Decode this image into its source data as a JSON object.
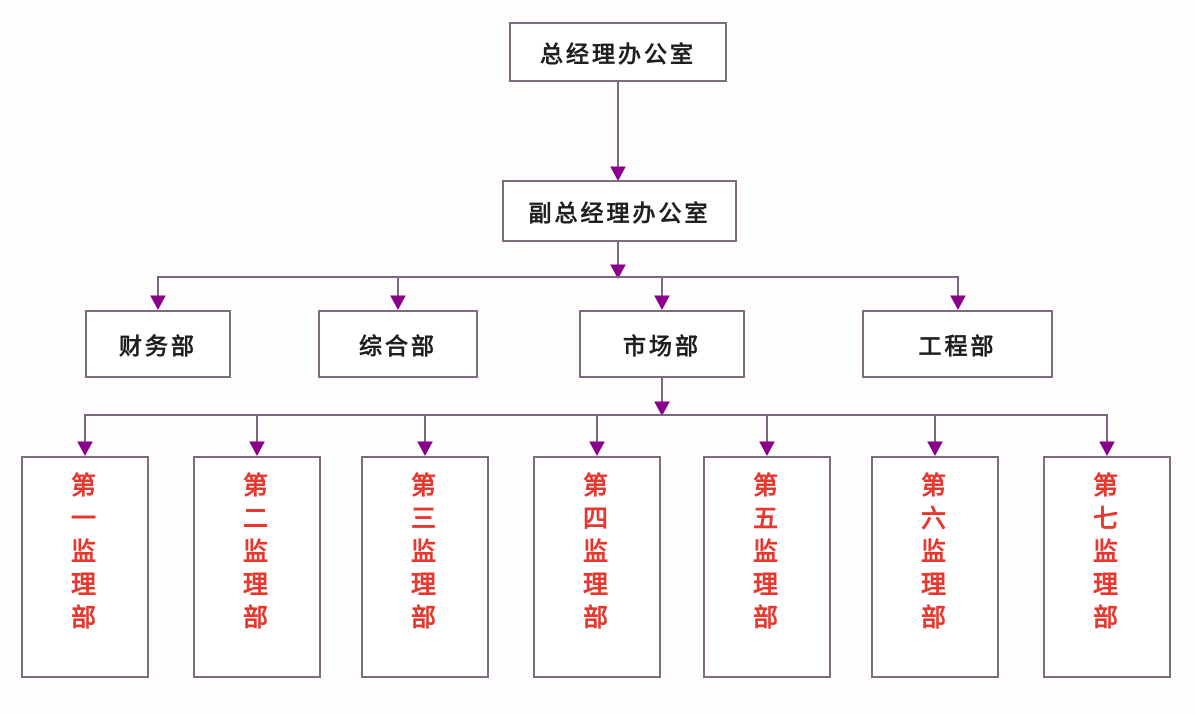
{
  "colors": {
    "box_border": "#7e6b7e",
    "connector_line": "#7d6580",
    "arrowhead": "#8b008b",
    "node_text": "#1f1f1f",
    "leaf_text": "#e6382e",
    "background": "#fdfdfd"
  },
  "org": {
    "root": {
      "label": "总经理办公室"
    },
    "deputy": {
      "label": "副总经理办公室"
    },
    "departments": [
      {
        "label": "财务部"
      },
      {
        "label": "综合部"
      },
      {
        "label": "市场部"
      },
      {
        "label": "工程部"
      }
    ],
    "supervision": [
      {
        "label": "第一监理部"
      },
      {
        "label": "第二监理部"
      },
      {
        "label": "第三监理部"
      },
      {
        "label": "第四监理部"
      },
      {
        "label": "第五监理部"
      },
      {
        "label": "第六监理部"
      },
      {
        "label": "第七监理部"
      }
    ]
  }
}
